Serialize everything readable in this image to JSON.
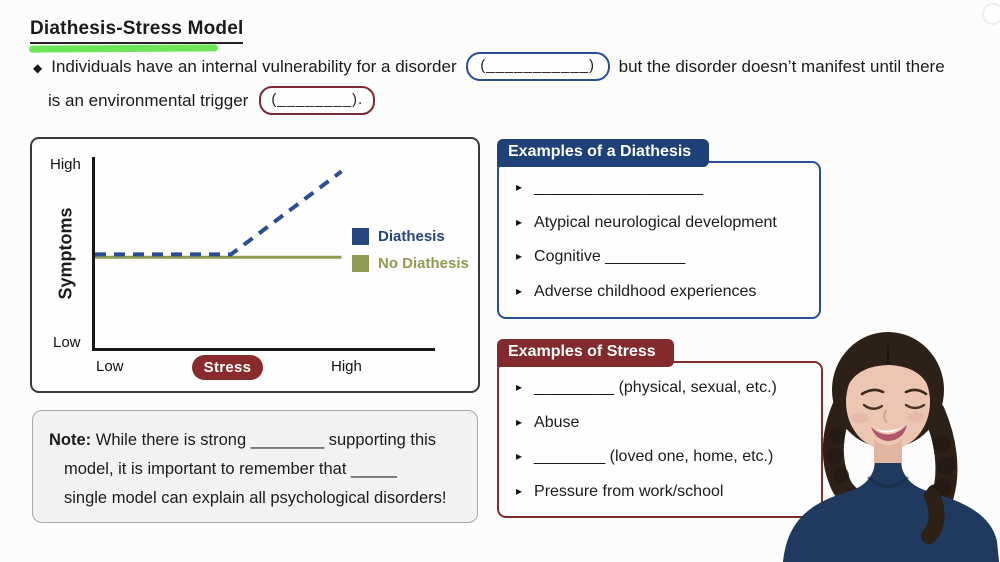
{
  "title": {
    "text": "Diathesis-Stress Model",
    "highlight_color": "#5fe44a"
  },
  "intro": {
    "bullet": "◆",
    "text1": "Individuals have an internal vulnerability for a disorder",
    "blank1": "(___________)",
    "text2": "but the disorder doesn’t manifest until there",
    "text3": "is an environmental trigger",
    "blank2": "(________)."
  },
  "chart": {
    "y_axis_label": "Symptoms",
    "y_high": "High",
    "y_low": "Low",
    "x_low": "Low",
    "x_high": "High",
    "x_badge": "Stress",
    "badge_color": "#892b2d",
    "legend": [
      {
        "label": "Diathesis",
        "color": "#27457f"
      },
      {
        "label": "No Diathesis",
        "color": "#8e9c52"
      }
    ]
  },
  "chart_data": {
    "type": "line",
    "title": "",
    "xlabel": "Stress",
    "ylabel": "Symptoms",
    "x_range": [
      "Low",
      "High"
    ],
    "y_range": [
      "Low",
      "High"
    ],
    "grid": false,
    "legend_position": "right",
    "units": "fraction_of_axis",
    "series": [
      {
        "name": "Diathesis",
        "style": "dashed",
        "color": "#2a4d94",
        "width": 4,
        "dash": "11,8",
        "points": [
          [
            0,
            0.49
          ],
          [
            0.4,
            0.49
          ],
          [
            0.725,
            0.92
          ]
        ]
      },
      {
        "name": "No Diathesis",
        "style": "solid",
        "color": "#8e9c52",
        "width": 3,
        "points": [
          [
            0,
            0.475
          ],
          [
            0.725,
            0.475
          ]
        ]
      }
    ]
  },
  "diathesis_box": {
    "title": "Examples of a Diathesis",
    "bullet": "▸",
    "items": [
      "___________________",
      "Atypical neurological development",
      "Cognitive _________",
      "Adverse childhood experiences"
    ]
  },
  "stress_box": {
    "title": "Examples of Stress",
    "bullet": "▸",
    "items": [
      "_________ (physical, sexual, etc.)",
      "Abuse",
      "________ (loved one, home, etc.)",
      "Pressure from work/school"
    ]
  },
  "note": {
    "label": "Note:",
    "line1": "While there is strong ________ supporting this",
    "line2": "model, it is important to remember that _____",
    "line3": "single model can explain all psychological disorders!"
  },
  "colors": {
    "accent_blue": "#2a4e96",
    "header_navy": "#1e4178",
    "accent_maroon": "#832a2d",
    "olive": "#8e9c52",
    "note_bg": "#f2f2f2"
  }
}
